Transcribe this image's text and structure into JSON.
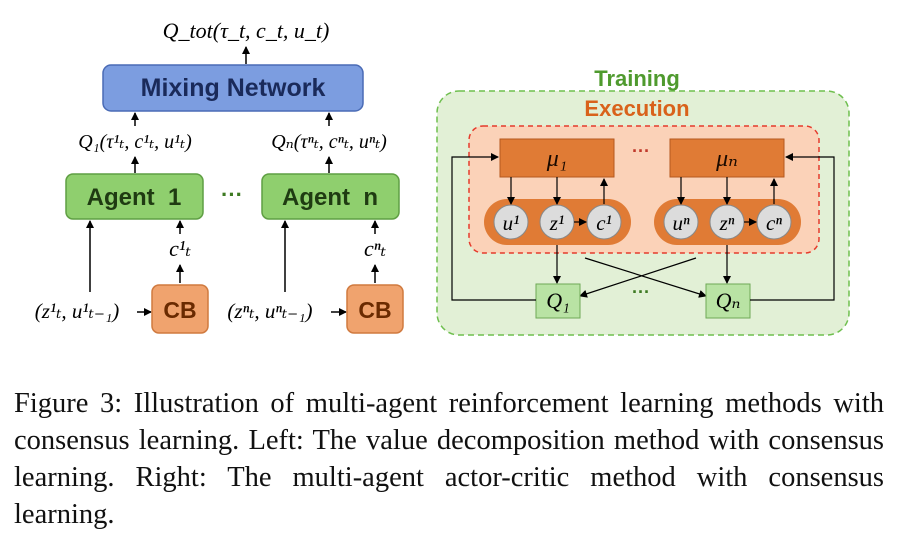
{
  "left": {
    "output_label": "Q_tot(τ_t, c_t, u_t)",
    "mixing_network": "Mixing Network",
    "q_agent1": "Q₁(τ¹ₜ, c¹ₜ, u¹ₜ)",
    "q_agentn": "Qₙ(τⁿₜ, cⁿₜ, uⁿₜ)",
    "agent1": "Agent  1",
    "agentn": "Agent  n",
    "agent_ellipsis": "···",
    "c1": "c¹ₜ",
    "cn": "cⁿₜ",
    "input1": "(z¹ₜ, u¹ₜ₋₁)",
    "inputn": "(zⁿₜ, uⁿₜ₋₁)",
    "cb": "CB"
  },
  "right": {
    "training_label": "Training",
    "execution_label": "Execution",
    "mu1": "μ₁",
    "mun": "μₙ",
    "mu_ellipsis": "···",
    "u1": "u¹",
    "z1": "z¹",
    "c1": "c¹",
    "un": "uⁿ",
    "zn": "zⁿ",
    "cn": "cⁿ",
    "q1": "Q₁",
    "qn": "Qₙ",
    "q_ellipsis": "···"
  },
  "colors": {
    "mixing_fill": "#7c9de0",
    "agent_fill": "#8fcf6e",
    "cb_fill": "#f0a36e",
    "training_fill": "#e2f0d6",
    "execution_fill": "#fbd2b8",
    "mu_fill": "#e07b35",
    "q_fill": "#b9e3a4"
  },
  "caption": "Figure 3: Illustration of multi-agent reinforcement learning methods with consensus learning. Left: The value decomposition method with consensus learning. Right: The multi-agent actor-critic method with consensus learning."
}
